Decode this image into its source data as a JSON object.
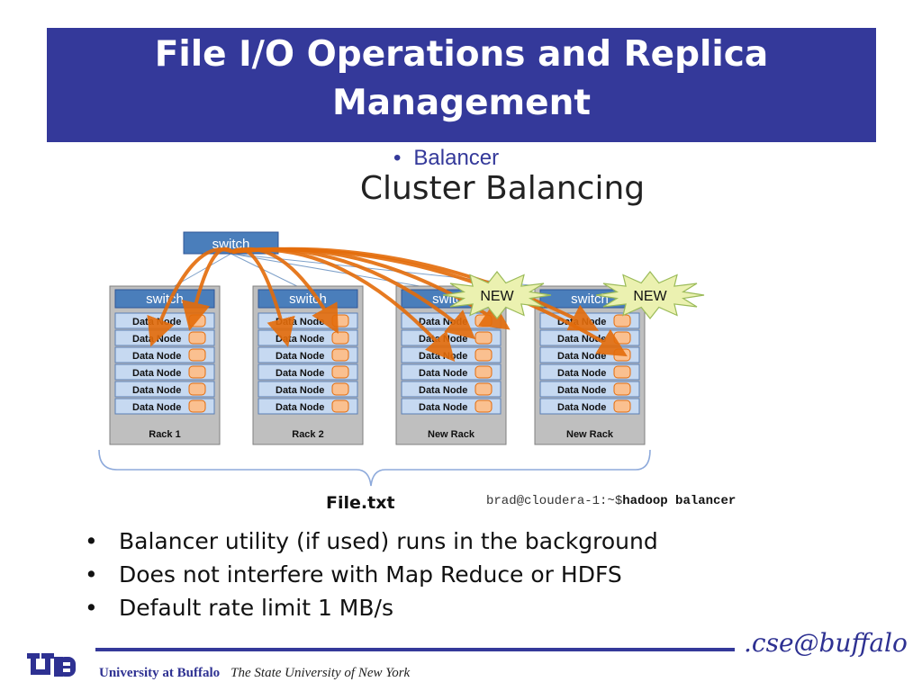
{
  "slide": {
    "title": "File I/O Operations and Replica Management",
    "bullet": "Balancer"
  },
  "diagram": {
    "title": "Cluster Balancing",
    "top_switch": "switch",
    "racks": [
      {
        "switch": "switch",
        "label": "Rack 1",
        "nodes": [
          "Data Node",
          "Data Node",
          "Data Node",
          "Data Node",
          "Data Node",
          "Data Node"
        ]
      },
      {
        "switch": "switch",
        "label": "Rack 2",
        "nodes": [
          "Data Node",
          "Data Node",
          "Data Node",
          "Data Node",
          "Data Node",
          "Data Node"
        ]
      },
      {
        "switch": "switch",
        "label": "New Rack",
        "nodes": [
          "Data Node",
          "Data Node",
          "Data Node",
          "Data Node",
          "Data Node",
          "Data Node"
        ]
      },
      {
        "switch": "switch",
        "label": "New Rack",
        "nodes": [
          "Data Node",
          "Data Node",
          "Data Node",
          "Data Node",
          "Data Node",
          "Data Node"
        ]
      }
    ],
    "new_badges": [
      "NEW",
      "NEW"
    ],
    "file_label": "File.txt",
    "command_prompt": "brad@cloudera-1:~$",
    "command": "hadoop balancer",
    "colors": {
      "switch": "#4a7ebb",
      "node": "#c6d9f1",
      "arrow": "#e46c0a",
      "disk": "#fac090",
      "badge": "#ebf1b0"
    }
  },
  "points": [
    "Balancer utility (if used) runs in the background",
    "Does not interfere with Map Reduce or HDFS",
    "Default rate limit 1 MB/s"
  ],
  "footer": {
    "university": "University at Buffalo",
    "subtitle": "The State University of New York",
    "brand": ".cse@buffalo"
  },
  "theme": {
    "title_bar": "#34399a",
    "accent": "#2e3192"
  }
}
